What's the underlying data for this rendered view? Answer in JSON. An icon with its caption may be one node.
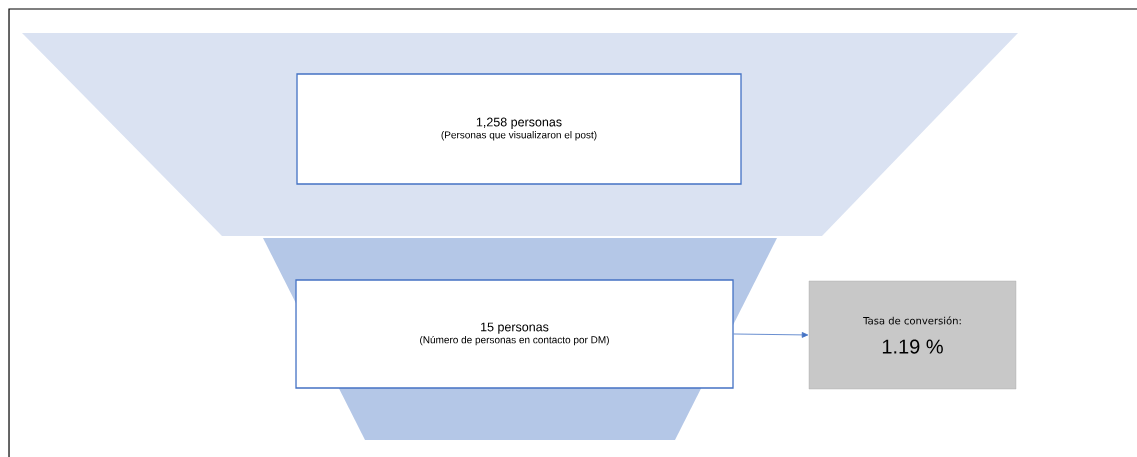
{
  "diagram": {
    "nodes": [
      {
        "text": [
          "1,258 personas",
          "(Personas que visualizaron el post)"
        ]
      },
      {
        "text": [
          "15 personas",
          "(Número de personas en contacto por DM)"
        ]
      },
      {
        "text": [
          "Tasa de conversión:",
          "1.19 %"
        ]
      }
    ],
    "edges": [
      {
        "from": 1,
        "to": 2,
        "arrow": "to"
      }
    ]
  }
}
